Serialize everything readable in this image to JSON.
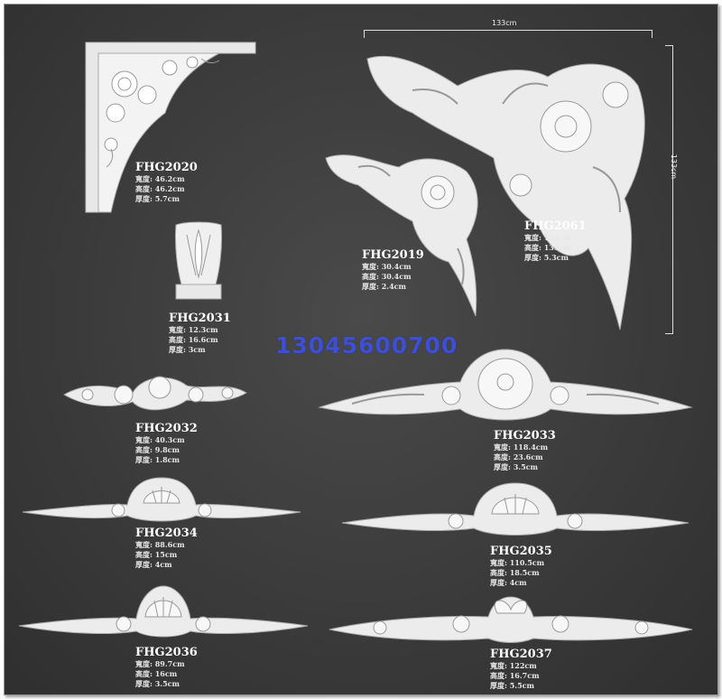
{
  "phone": "13045600700",
  "dimension": {
    "width_label": "133cm",
    "height_label": "133cm"
  },
  "products": [
    {
      "code": "FHG2020",
      "width": "寬度: 46.2cm",
      "height": "高度: 46.2cm",
      "depth": "厚度: 5.7cm"
    },
    {
      "code": "FHG2019",
      "width": "寬度: 30.4cm",
      "height": "高度: 30.4cm",
      "depth": "厚度: 2.4cm"
    },
    {
      "code": "FHG2061",
      "width": "寬度: 133cm",
      "height": "高度: 133cm",
      "depth": "厚度: 5.3cm"
    },
    {
      "code": "FHG2031",
      "width": "寬度: 12.3cm",
      "height": "高度: 16.6cm",
      "depth": "厚度: 3cm"
    },
    {
      "code": "FHG2032",
      "width": "寬度: 40.3cm",
      "height": "高度: 9.8cm",
      "depth": "厚度: 1.8cm"
    },
    {
      "code": "FHG2033",
      "width": "寬度: 118.4cm",
      "height": "高度: 23.6cm",
      "depth": "厚度: 3.5cm"
    },
    {
      "code": "FHG2034",
      "width": "寬度: 88.6cm",
      "height": "高度: 15cm",
      "depth": "厚度: 4cm"
    },
    {
      "code": "FHG2035",
      "width": "寬度: 110.5cm",
      "height": "高度: 18.5cm",
      "depth": "厚度: 4cm"
    },
    {
      "code": "FHG2036",
      "width": "寬度: 89.7cm",
      "height": "高度: 16cm",
      "depth": "厚度: 3.5cm"
    },
    {
      "code": "FHG2037",
      "width": "寬度: 122cm",
      "height": "高度: 16.7cm",
      "depth": "厚度: 5.5cm"
    }
  ],
  "colors": {
    "background": "#3b3b3b",
    "ornament": "#f2f2f2",
    "phone": "#3e4fd0"
  }
}
